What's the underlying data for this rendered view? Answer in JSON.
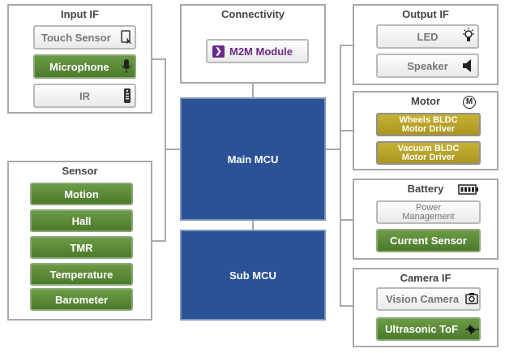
{
  "input_if": {
    "title": "Input IF",
    "items": [
      "Touch Sensor",
      "Microphone",
      "IR"
    ],
    "icons": [
      "touch-icon",
      "microphone-icon",
      "remote-icon"
    ]
  },
  "connectivity": {
    "title": "Connectivity",
    "module": "M2M Module"
  },
  "output_if": {
    "title": "Output IF",
    "items": [
      "LED",
      "Speaker"
    ],
    "icons": [
      "bulb-icon",
      "speaker-icon"
    ]
  },
  "motor": {
    "title": "Motor",
    "badge": "M",
    "items": [
      "Wheels BLDC\nMotor Driver",
      "Vacuum BLDC\nMotor Driver"
    ]
  },
  "sensor": {
    "title": "Sensor",
    "items": [
      "Motion",
      "Hall",
      "TMR",
      "Temperature",
      "Barometer"
    ]
  },
  "main_mcu": "Main MCU",
  "sub_mcu": "Sub MCU",
  "battery": {
    "title": "Battery",
    "items": [
      "Power\nManagement",
      "Current Sensor"
    ],
    "icon": "battery-icon"
  },
  "camera_if": {
    "title": "Camera IF",
    "items": [
      "Vision Camera",
      "Ultrasonic ToF"
    ],
    "icons": [
      "camera-icon",
      "ultrasonic-icon"
    ]
  },
  "colors": {
    "mcu": "#2b5296",
    "green": "#5a8a38",
    "gold": "#b8a42a",
    "m2m": "#6a2a8c"
  }
}
